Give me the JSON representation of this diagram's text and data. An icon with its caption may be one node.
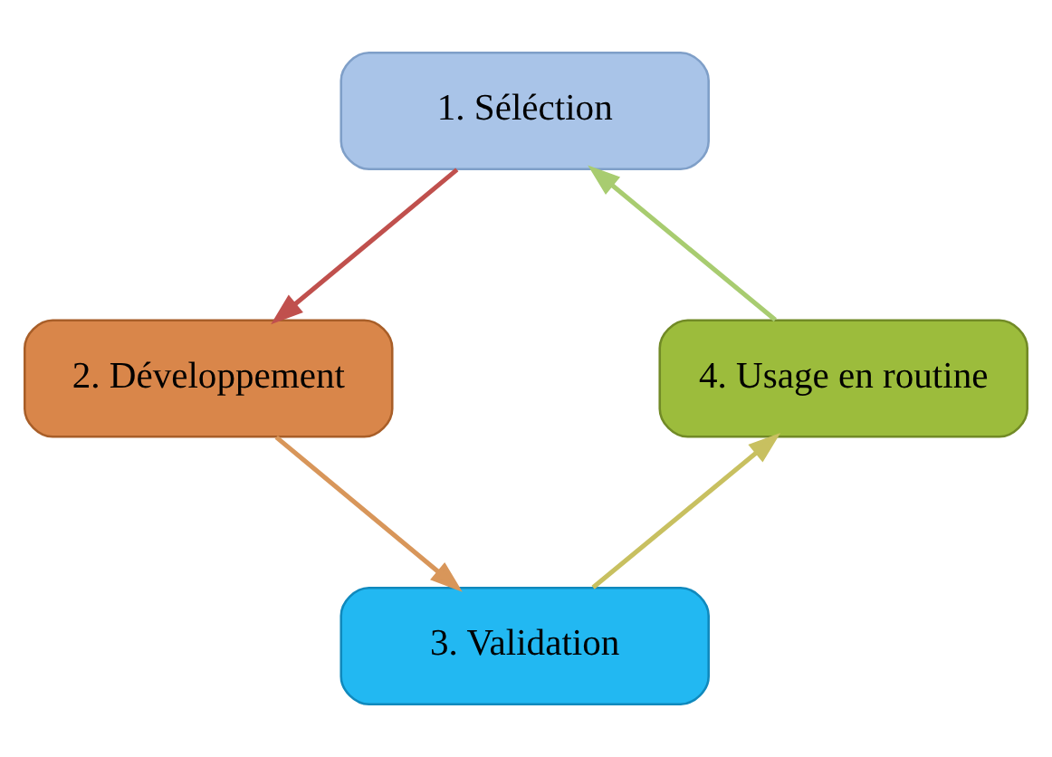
{
  "diagram": {
    "nodes": [
      {
        "text": [
          "1. Séléction"
        ]
      },
      {
        "text": [
          "2. Développement"
        ]
      },
      {
        "text": [
          "3. Validation"
        ]
      },
      {
        "text": [
          "4. Usage en routine"
        ]
      }
    ],
    "edges": [
      {
        "from": 0,
        "to": 1,
        "arrow": "to",
        "color": "#c0504d"
      },
      {
        "from": 1,
        "to": 2,
        "arrow": "to",
        "color": "#d8965a"
      },
      {
        "from": 2,
        "to": 3,
        "arrow": "to",
        "color": "#c8c060"
      },
      {
        "from": 3,
        "to": 0,
        "arrow": "to",
        "color": "#a8cc70"
      }
    ]
  }
}
